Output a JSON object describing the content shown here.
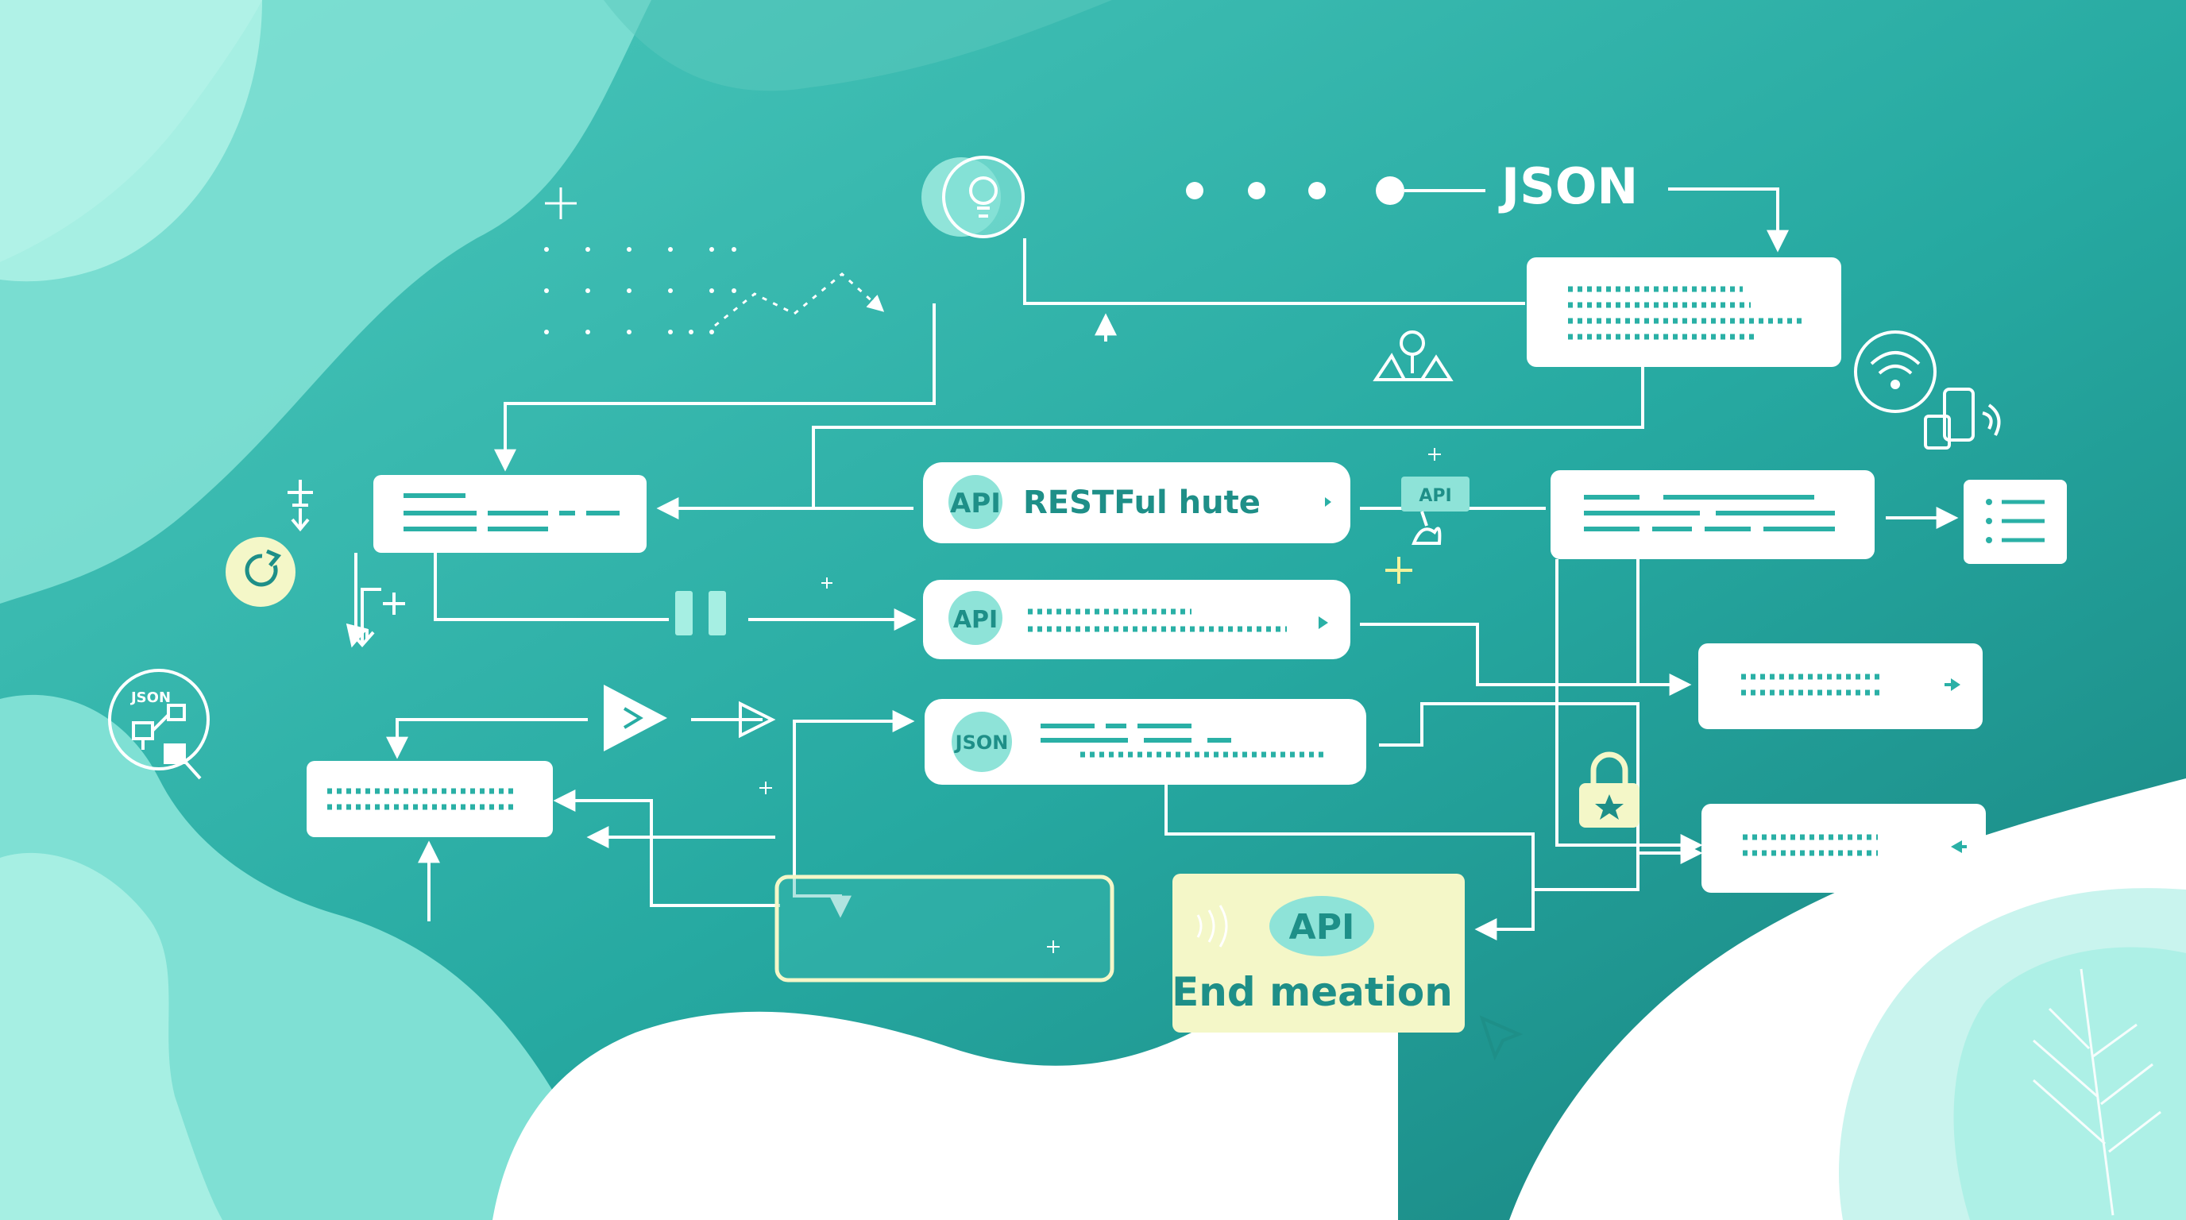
{
  "header": {
    "json_label": "JSON"
  },
  "nodes": {
    "api_restful": {
      "badge": "API",
      "label": "RESTFul hute"
    },
    "api_second": {
      "badge": "API"
    },
    "json_node": {
      "badge": "JSON"
    },
    "api_tag": {
      "label": "API"
    },
    "end_node": {
      "badge": "API",
      "label": "End meation"
    },
    "json_circle_icon": {
      "label": "JSON"
    }
  },
  "colors": {
    "teal_dark": "#1b8a89",
    "teal_mid": "#2ab0a6",
    "teal_light": "#7fe3d6",
    "mint": "#c9f4ee",
    "card_white": "#ffffff",
    "highlight_yellow": "#f4f7c8",
    "badge_teal": "#8ee3d8",
    "text_teal": "#1e8f88"
  },
  "icons": [
    "lightbulb-icon",
    "map-pin-icon",
    "wifi-icon",
    "mobile-device-icon",
    "refresh-icon",
    "play-icon",
    "lock-icon",
    "list-icon",
    "pause-icon",
    "cursor-icon",
    "sound-waves-icon",
    "leaf-icon"
  ]
}
